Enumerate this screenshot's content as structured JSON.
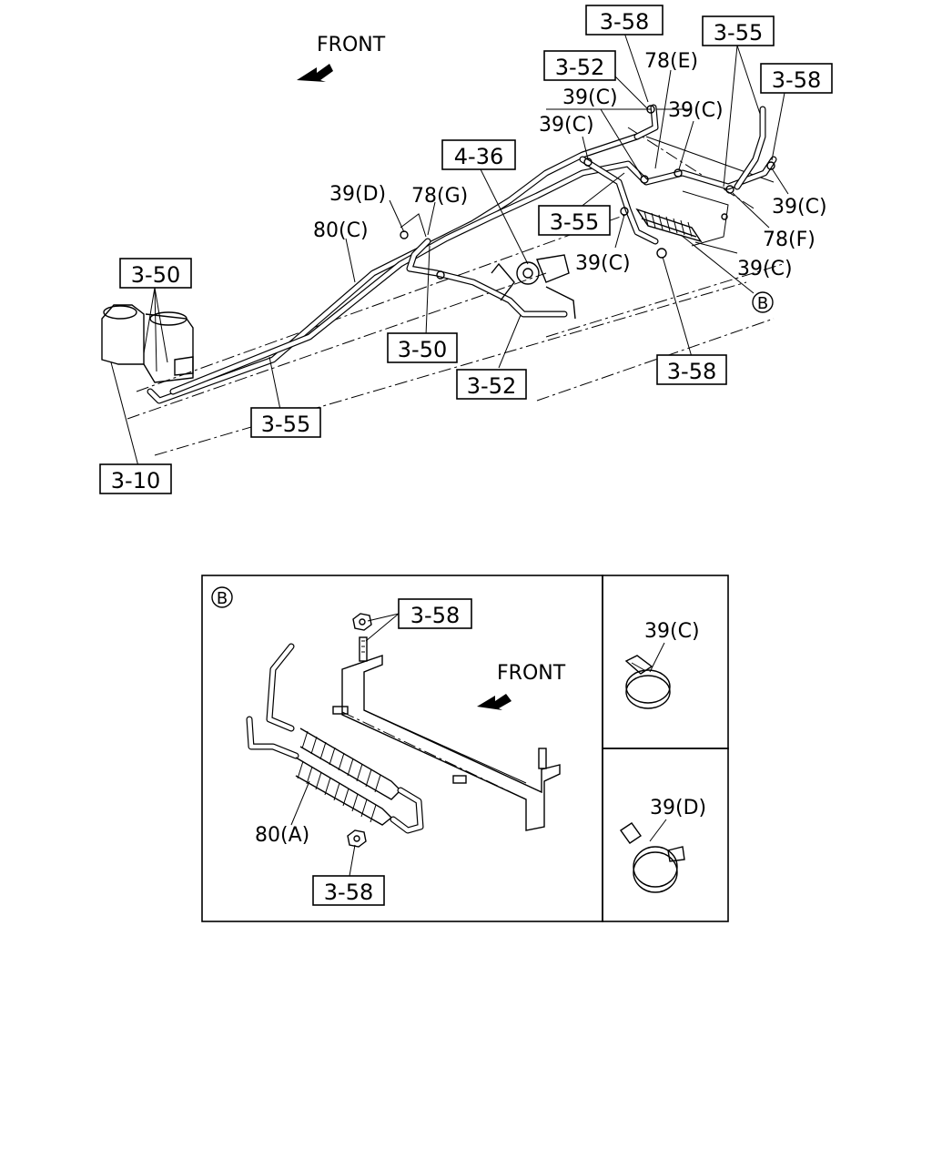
{
  "main_view": {
    "front_label": "FRONT",
    "callouts": {
      "ref_3_58_top": "3-58",
      "ref_3_55_top": "3-55",
      "ref_3_58_right": "3-58",
      "ref_3_52_top": "3-52",
      "ref_4_36": "4-36",
      "ref_3_55_mid": "3-55",
      "ref_3_50_left": "3-50",
      "ref_3_50_mid": "3-50",
      "ref_3_52_bottom": "3-52",
      "ref_3_58_bottom": "3-58",
      "ref_3_55_bottom": "3-55",
      "ref_3_10": "3-10"
    },
    "labels": {
      "part_78e": "78(E)",
      "part_39c_a": "39(C)",
      "part_39c_b": "39(C)",
      "part_39c_c": "39(C)",
      "part_39c_d": "39(C)",
      "part_39c_e": "39(C)",
      "part_39c_f": "39(C)",
      "part_39d": "39(D)",
      "part_78g": "78(G)",
      "part_80c": "80(C)",
      "part_78f": "78(F)",
      "detail_marker": "B"
    }
  },
  "detail_b": {
    "marker": "B",
    "front_label": "FRONT",
    "ref_3_58_top": "3-58",
    "ref_3_58_bottom": "3-58",
    "part_80a": "80(A)"
  },
  "side_panels": {
    "clamp_c_label": "39(C)",
    "clamp_d_label": "39(D)"
  }
}
